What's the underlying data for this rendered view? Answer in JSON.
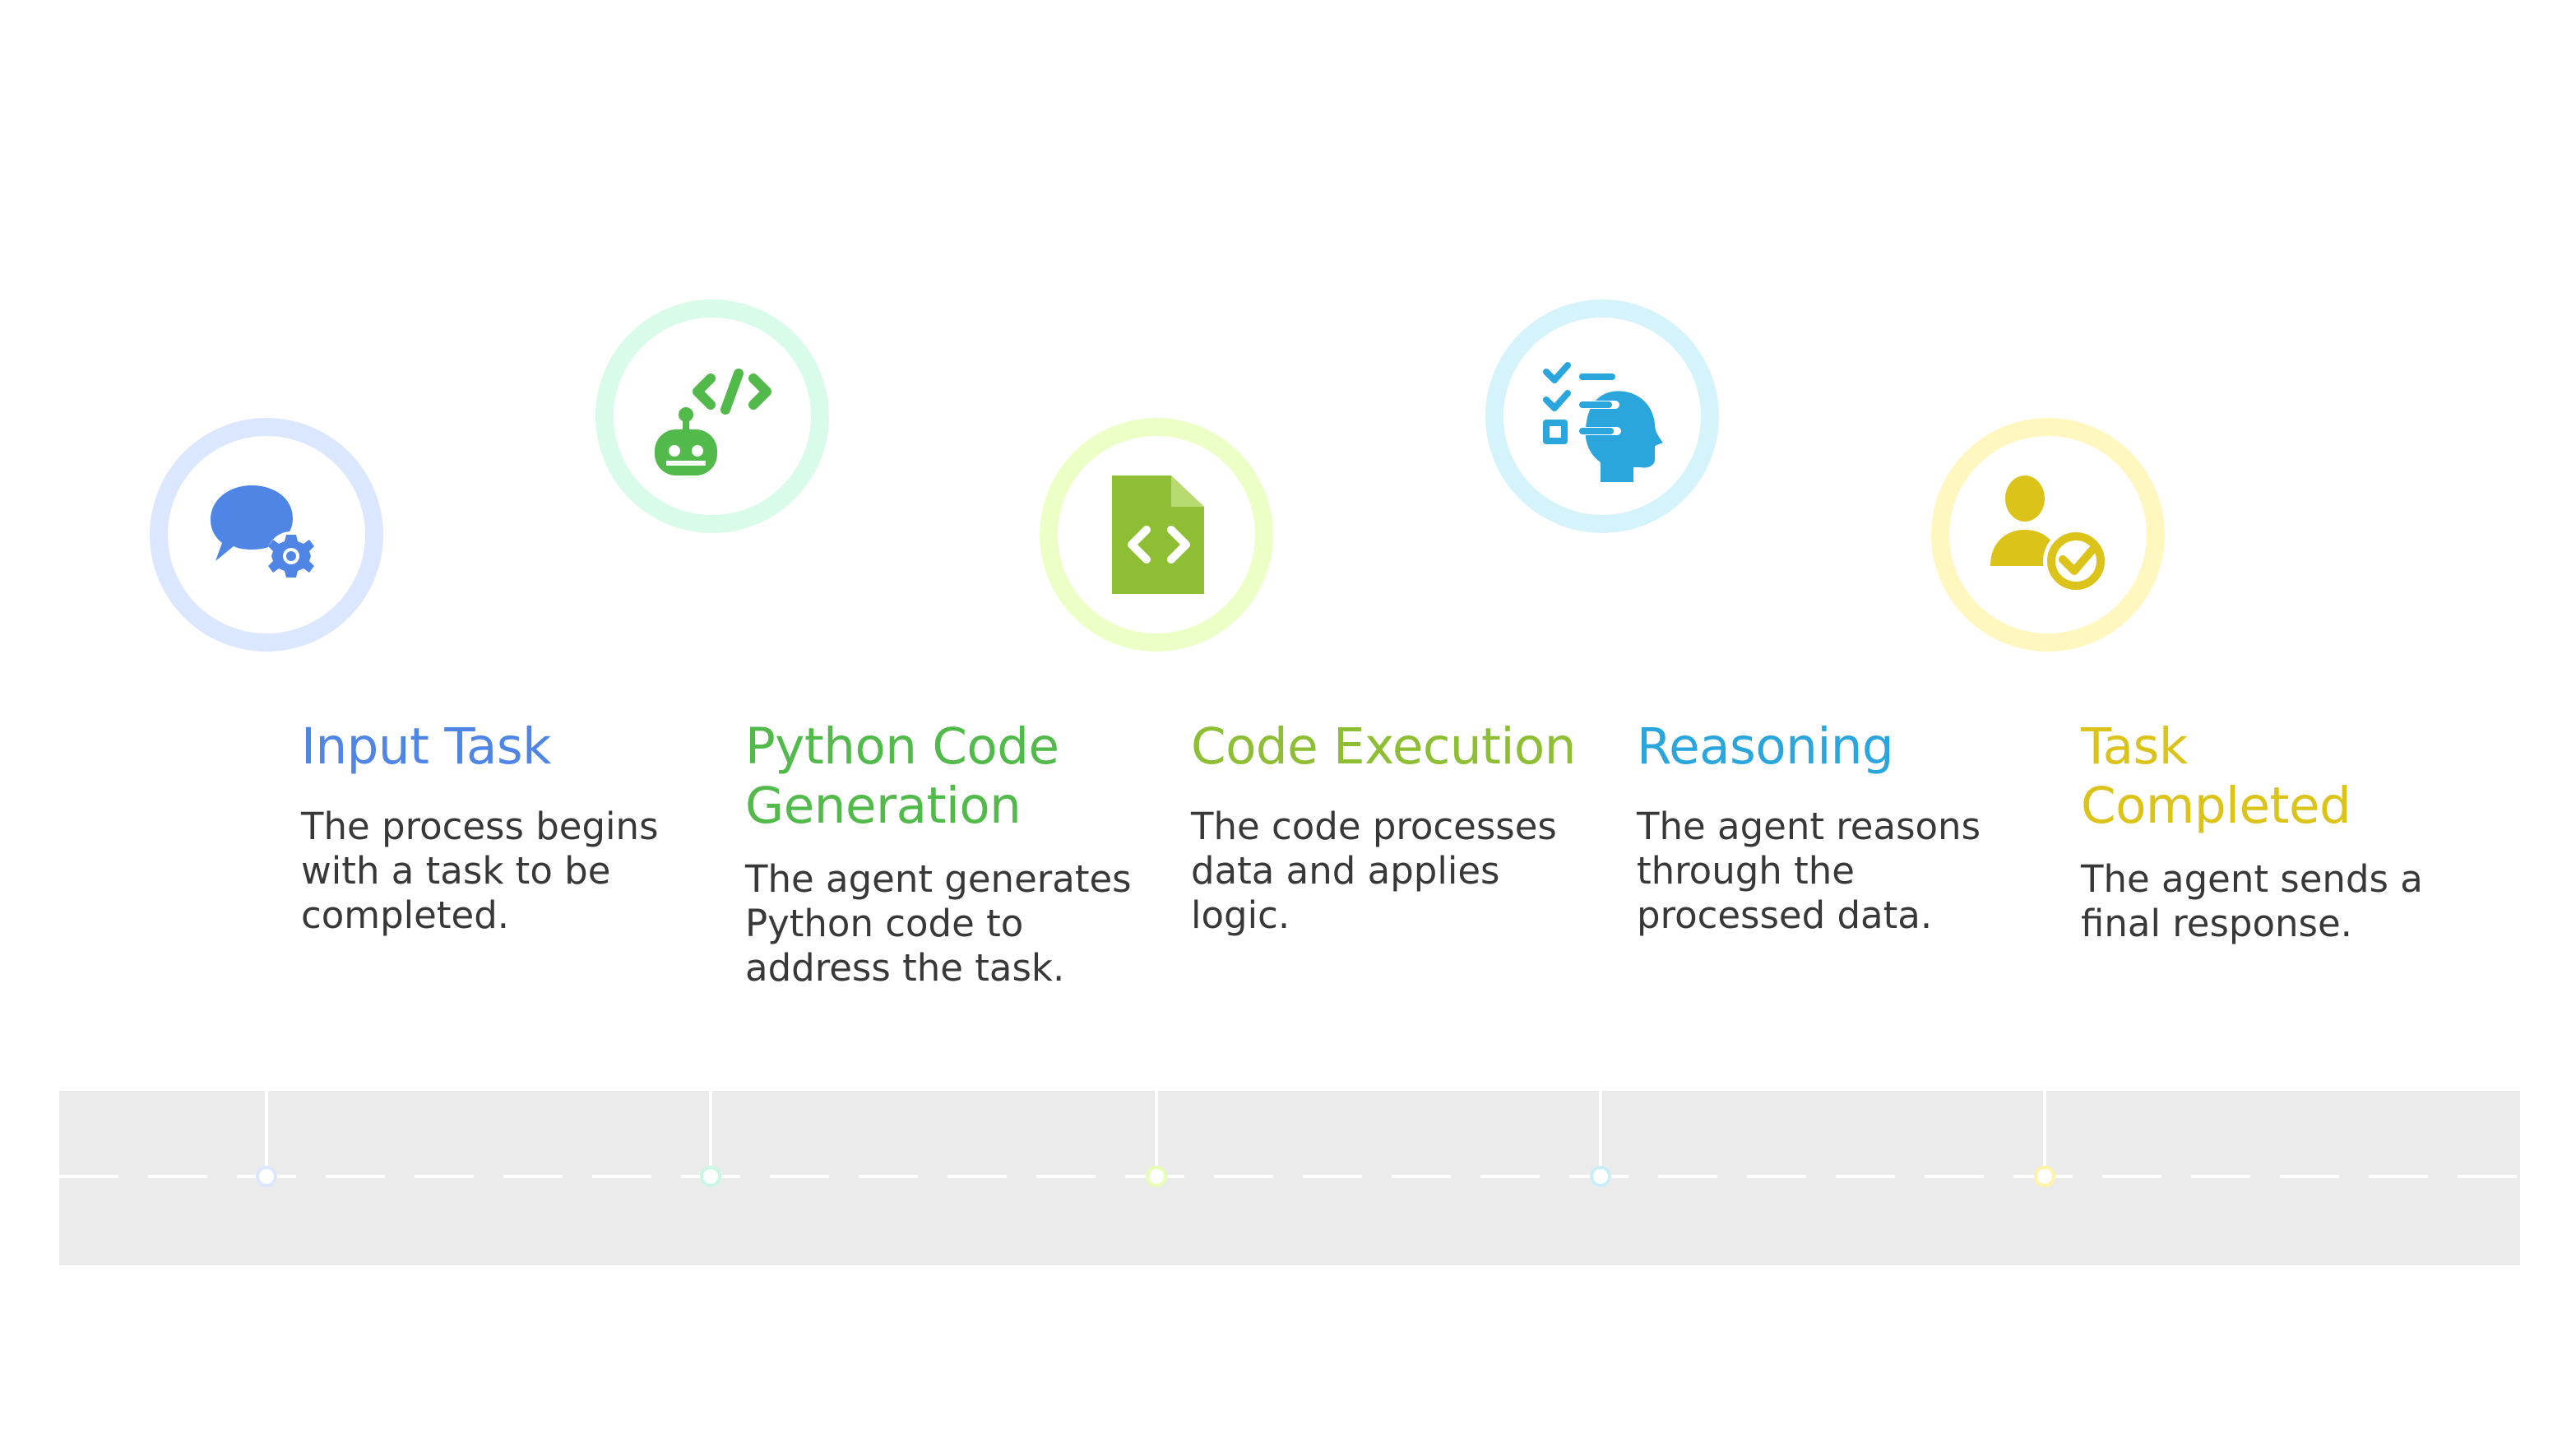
{
  "steps": [
    {
      "title": "Input Task",
      "description": "The process begins with a task to be completed.",
      "color": "#4f86e6",
      "icon": "chat-gear-icon"
    },
    {
      "title": "Python Code Generation",
      "description": "The agent generates Python code to address the task.",
      "color": "#52ba4b",
      "icon": "robot-code-icon"
    },
    {
      "title": "Code Execution",
      "description": "The code processes data and applies logic.",
      "color": "#8dbe33",
      "icon": "code-file-icon"
    },
    {
      "title": "Reasoning",
      "description": "The agent reasons through the processed data.",
      "color": "#2aa6dc",
      "icon": "head-checklist-icon"
    },
    {
      "title": "Task Completed",
      "description": "The agent sends a final response.",
      "color": "#dcc31a",
      "icon": "user-check-icon"
    }
  ]
}
